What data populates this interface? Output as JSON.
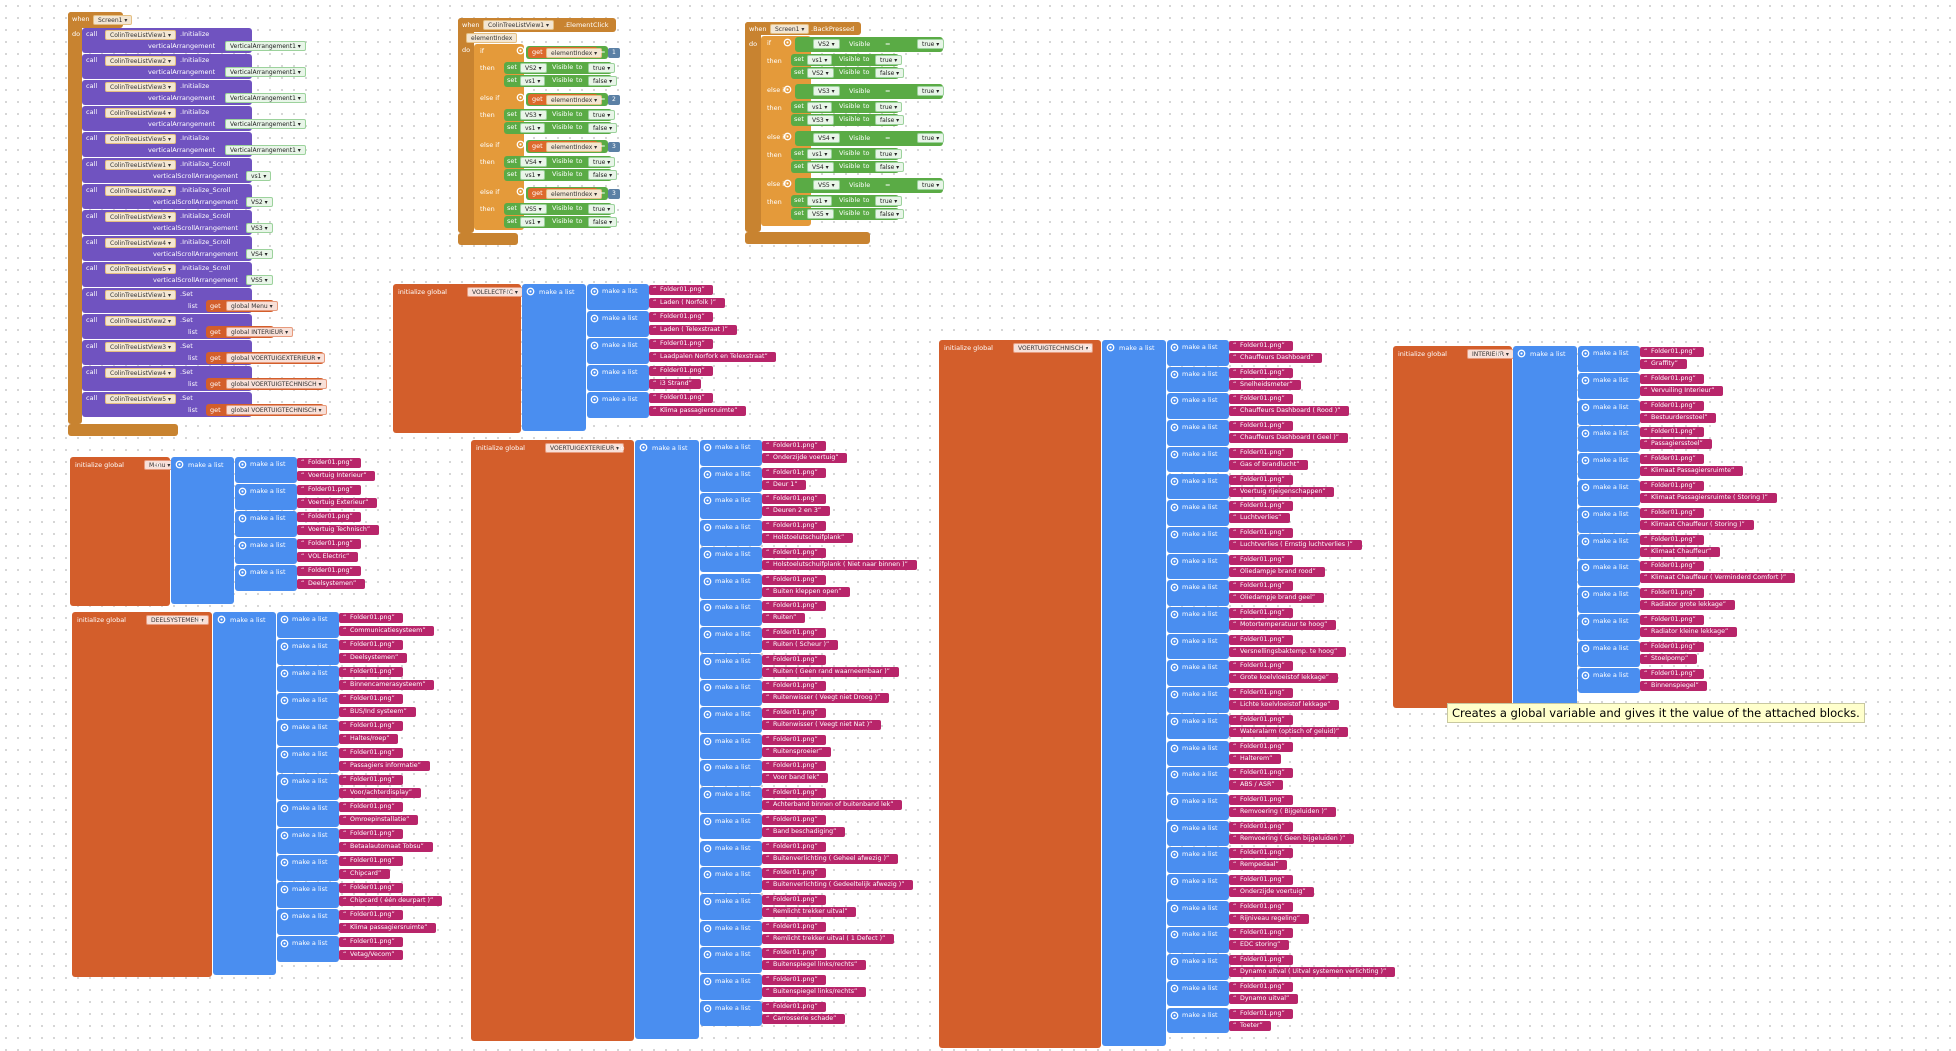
{
  "tooltip": "Creates a global variable and gives it the value of the attached blocks.",
  "kw": {
    "when": "when",
    "do": "do",
    "call": "call",
    "set": "set",
    "get": "get",
    "if": "if",
    "then": "then",
    "else_if": "else if",
    "to": "to",
    "list": "list",
    "make_a_list": "make a list",
    "initialize_global": "initialize global",
    "initialize": ".Initialize",
    "initialize_scroll": ".Initialize_Scroll",
    "set_method": ".Set",
    "element_click": ".ElementClick",
    "back_pressed": ".BackPressed",
    "vertical_arrangement": "verticalArrangement",
    "vertical_scroll_arrangement": "verticalScrollArrangement",
    "element_index": "elementIndex",
    "visible": "Visible",
    "eq": "=",
    "true": "true",
    "false": "false"
  },
  "screen_init": {
    "component": "Screen1",
    "arrangement_value": "VerticalArrangement1",
    "views": [
      "ColinTreeListView1",
      "ColinTreeListView2",
      "ColinTreeListView3",
      "ColinTreeListView4",
      "ColinTreeListView5"
    ],
    "scroll_values": [
      "vs1",
      "VS2",
      "VS3",
      "VS4",
      "VS5"
    ],
    "set_lists": [
      "global Menu",
      "global INTERIEUR",
      "global VOERTUIGEXTERIEUR",
      "global VOERTUIGTECHNISCH",
      "global VOERTUIGTECHNISCH"
    ]
  },
  "element_click": {
    "component": "ColinTreeListView1",
    "branches": [
      {
        "num": "1",
        "vs": "VS2",
        "other": "vs1"
      },
      {
        "num": "2",
        "vs": "VS3",
        "other": "vs1"
      },
      {
        "num": "3",
        "vs": "VS4",
        "other": "vs1"
      },
      {
        "num": "3",
        "vs": "VS5",
        "other": "vs1"
      }
    ]
  },
  "back_pressed": {
    "component": "Screen1",
    "branches": [
      {
        "cond": "VS2",
        "a": "vs1",
        "b": "VS2"
      },
      {
        "cond": "VS3",
        "a": "vs1",
        "b": "VS3"
      },
      {
        "cond": "VS4",
        "a": "vs1",
        "b": "VS4"
      },
      {
        "cond": "VS5",
        "a": "vs1",
        "b": "VS5"
      }
    ]
  },
  "globals": [
    {
      "name": "VOLELECTRIC",
      "items": [
        "Laden ( Norfolk )",
        "Laden ( Telexstraat )",
        "Laadpalen Norfork en Telexstraat",
        "i3 Strand",
        "Klima passagiersruimte"
      ]
    },
    {
      "name": "Menu",
      "items": [
        "Voertuig Interieur",
        "Voertuig Exterieur",
        "Voertuig Technisch",
        "VOL Electric",
        "Deelsystemen"
      ]
    },
    {
      "name": "DEELSYSTEMEN",
      "items": [
        "Communicatiesysteem",
        "Deelsystemen",
        "Binnencamerasysteem",
        "BUS/Ind systeem",
        "Haltes/roep",
        "Passagiers informatie",
        "Voor/achterdisplay",
        "Omroepinstallatie",
        "Betaalautomaat Tobsu",
        "Chipcard",
        "Chipcard ( één deurpart )",
        "Klima passagiersruimte",
        "Vetag/Vecom"
      ]
    },
    {
      "name": "VOERTUIGEXTERIEUR",
      "items": [
        "Onderzijde voertuig",
        "Deur 1",
        "Deuren 2 en 3",
        "Holstoelutschuifplank",
        "Holstoelutschuifplank ( Niet naar binnen )",
        "Buiten kleppen open",
        "Ruiten",
        "Ruiten ( Scheur )",
        "Ruiten ( Geen rand waarneembaar )",
        "Ruitenwisser ( Veegt niet Droog )",
        "Ruitenwisser ( Veegt niet Nat )",
        "Ruitensproeier",
        "Voor band lek",
        "Achterband binnen of buitenband lek",
        "Band beschadiging",
        "Buitenverlichting ( Geheel afwezig )",
        "Buitenverlichting ( Gedeeltelijk afwezig )",
        "Remlicht trekker uitval",
        "Remlicht trekker uitval ( 1 Defect )",
        "Buitenspiegel links/rechts",
        "Buitenspiegel links/rechts",
        "Carrosserie schade"
      ]
    },
    {
      "name": "VOERTUIGTECHNISCH",
      "items": [
        "Chauffeurs Dashboard",
        "Snelheidsmeter",
        "Chauffeurs Dashboard ( Rood )",
        "Chauffeurs Dashboard ( Geel )",
        "Gas of brandlucht",
        "Voertuig rijeigenschappen",
        "Luchtverlies",
        "Luchtverlies ( Ernstig luchtverlies )",
        "Oliedampje brand rood",
        "Oliedampje brand geel",
        "Motortemperatuur te hoog",
        "Versnellingsbaktemp. te hoog",
        "Grote koelvloeistof lekkage",
        "Lichte koelvloeistof lekkage",
        "Wateralarm (optisch of geluid)",
        "Halterem",
        "ABS / ASR",
        "Remvoering ( Bijgeluiden )",
        "Remvoering ( Geen bijgeluiden )",
        "Rempedaal",
        "Onderzijde voertuig",
        "Rijniveau regeling",
        "EDC storing",
        "Dynamo uitval ( Uitval systemen verlichting )",
        "Dynamo uitval",
        "Toeter"
      ]
    },
    {
      "name": "INTERIEUR",
      "items": [
        "Graffity",
        "Vervuiling Interieur",
        "Bestuurdersstoel",
        "Passagiersstoel",
        "Klimaat Passagiersruimte",
        "Klimaat Passagiersruimte ( Storing )",
        "Klimaat Chauffeur ( Storing )",
        "Klimaat Chauffeur",
        "Klimaat Chauffeur ( Verminderd Comfort )",
        "Radiator grote lekkage",
        "Radiator kleine lekkage",
        "Stoelpomp",
        "Binnenspiegel"
      ]
    }
  ],
  "folder_file": "Folder01.png",
  "colors": {
    "event": "#c88330",
    "procedure": "#7053c0",
    "global": "#d35e2b",
    "list": "#4a8ef0",
    "text": "#b8256a",
    "control": "#e49a3a",
    "logic": "#5aab45"
  }
}
